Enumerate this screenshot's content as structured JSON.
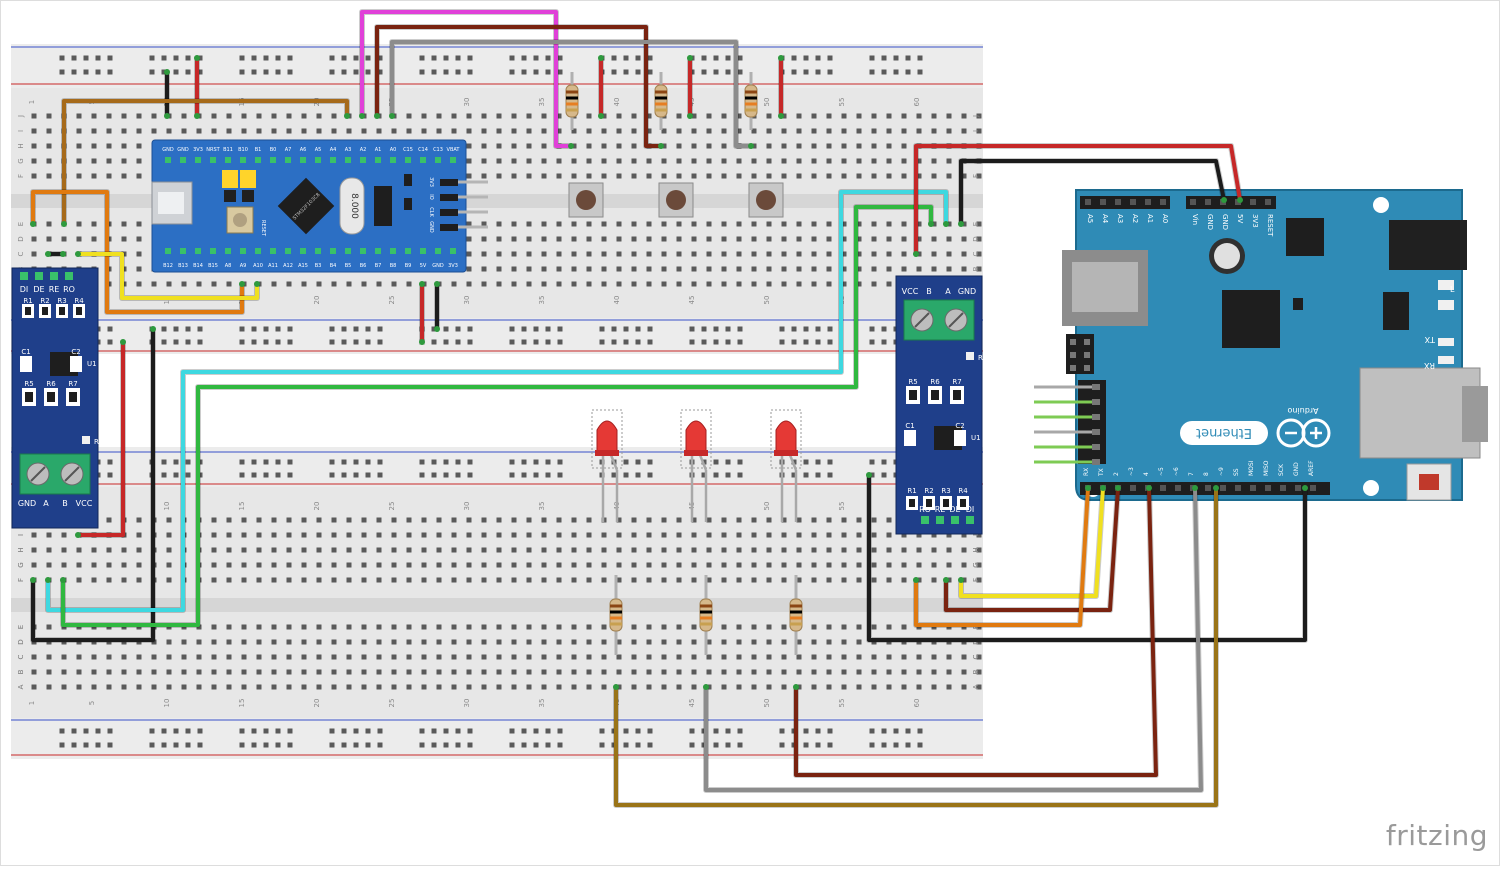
{
  "app": {
    "watermark": "fritzing"
  },
  "breadboard": {
    "column_numbers": [
      "1",
      "5",
      "10",
      "15",
      "20",
      "25",
      "30",
      "35",
      "40",
      "45",
      "50",
      "55",
      "60"
    ],
    "row_letters_top": [
      "J",
      "I",
      "H",
      "G",
      "F",
      "E",
      "D",
      "C",
      "B",
      "A"
    ],
    "row_letters_bottom": [
      "J",
      "I",
      "H",
      "G",
      "F",
      "E",
      "D",
      "C",
      "B",
      "A"
    ]
  },
  "stm32": {
    "chip_label": "STM32F103C8",
    "crystal_label": "8.000",
    "reset_label": "RESET",
    "top_pins": [
      "GND",
      "GND",
      "3V3",
      "NRST",
      "B11",
      "B10",
      "B1",
      "B0",
      "A7",
      "A6",
      "A5",
      "A4",
      "A3",
      "A2",
      "A1",
      "A0",
      "C15",
      "C14",
      "C13",
      "VBAT"
    ],
    "bottom_pins": [
      "B12",
      "B13",
      "B14",
      "B15",
      "A8",
      "A9",
      "A10",
      "A11",
      "A12",
      "A15",
      "B3",
      "B4",
      "B5",
      "B6",
      "B7",
      "B8",
      "B9",
      "5V",
      "GND",
      "3V3"
    ],
    "swd_pins": [
      "3V3",
      "IO",
      "CLK",
      "GND"
    ]
  },
  "rs485_left": {
    "header_pins": [
      "DI",
      "DE",
      "RE",
      "RO"
    ],
    "terminal_pins": [
      "VCC",
      "B",
      "A",
      "GND"
    ],
    "resistors": [
      "R1",
      "R2",
      "R3",
      "R4",
      "R5",
      "R6",
      "R7"
    ],
    "caps": [
      "C1",
      "C2"
    ],
    "chip": "U1",
    "led": "R0"
  },
  "rs485_right": {
    "header_pins": [
      "DI",
      "DE",
      "RE",
      "RO"
    ],
    "terminal_pins": [
      "VCC",
      "B",
      "A",
      "GND"
    ],
    "resistors": [
      "R1",
      "R2",
      "R3",
      "R4",
      "R5",
      "R6",
      "R7"
    ],
    "caps": [
      "C1",
      "C2"
    ],
    "chip": "U1",
    "led": "R0"
  },
  "arduino": {
    "brand": "Arduino",
    "shield": "Ethernet",
    "analog_pins": [
      "A5",
      "A4",
      "A3",
      "A2",
      "A1",
      "A0"
    ],
    "power_pins": [
      "Vin",
      "GND",
      "GND",
      "5V",
      "3V3",
      "RESET"
    ],
    "digital_pins": [
      "RX",
      "TX",
      "2",
      "~3",
      "4",
      "~5",
      "~6",
      "7",
      "8",
      "~9",
      "SS",
      "MOSI",
      "MISO",
      "SCK",
      "GND",
      "AREF"
    ],
    "icsp_label": "ICSP",
    "tx_label": "TX",
    "rx_label": "RX",
    "l_label": "L"
  }
}
